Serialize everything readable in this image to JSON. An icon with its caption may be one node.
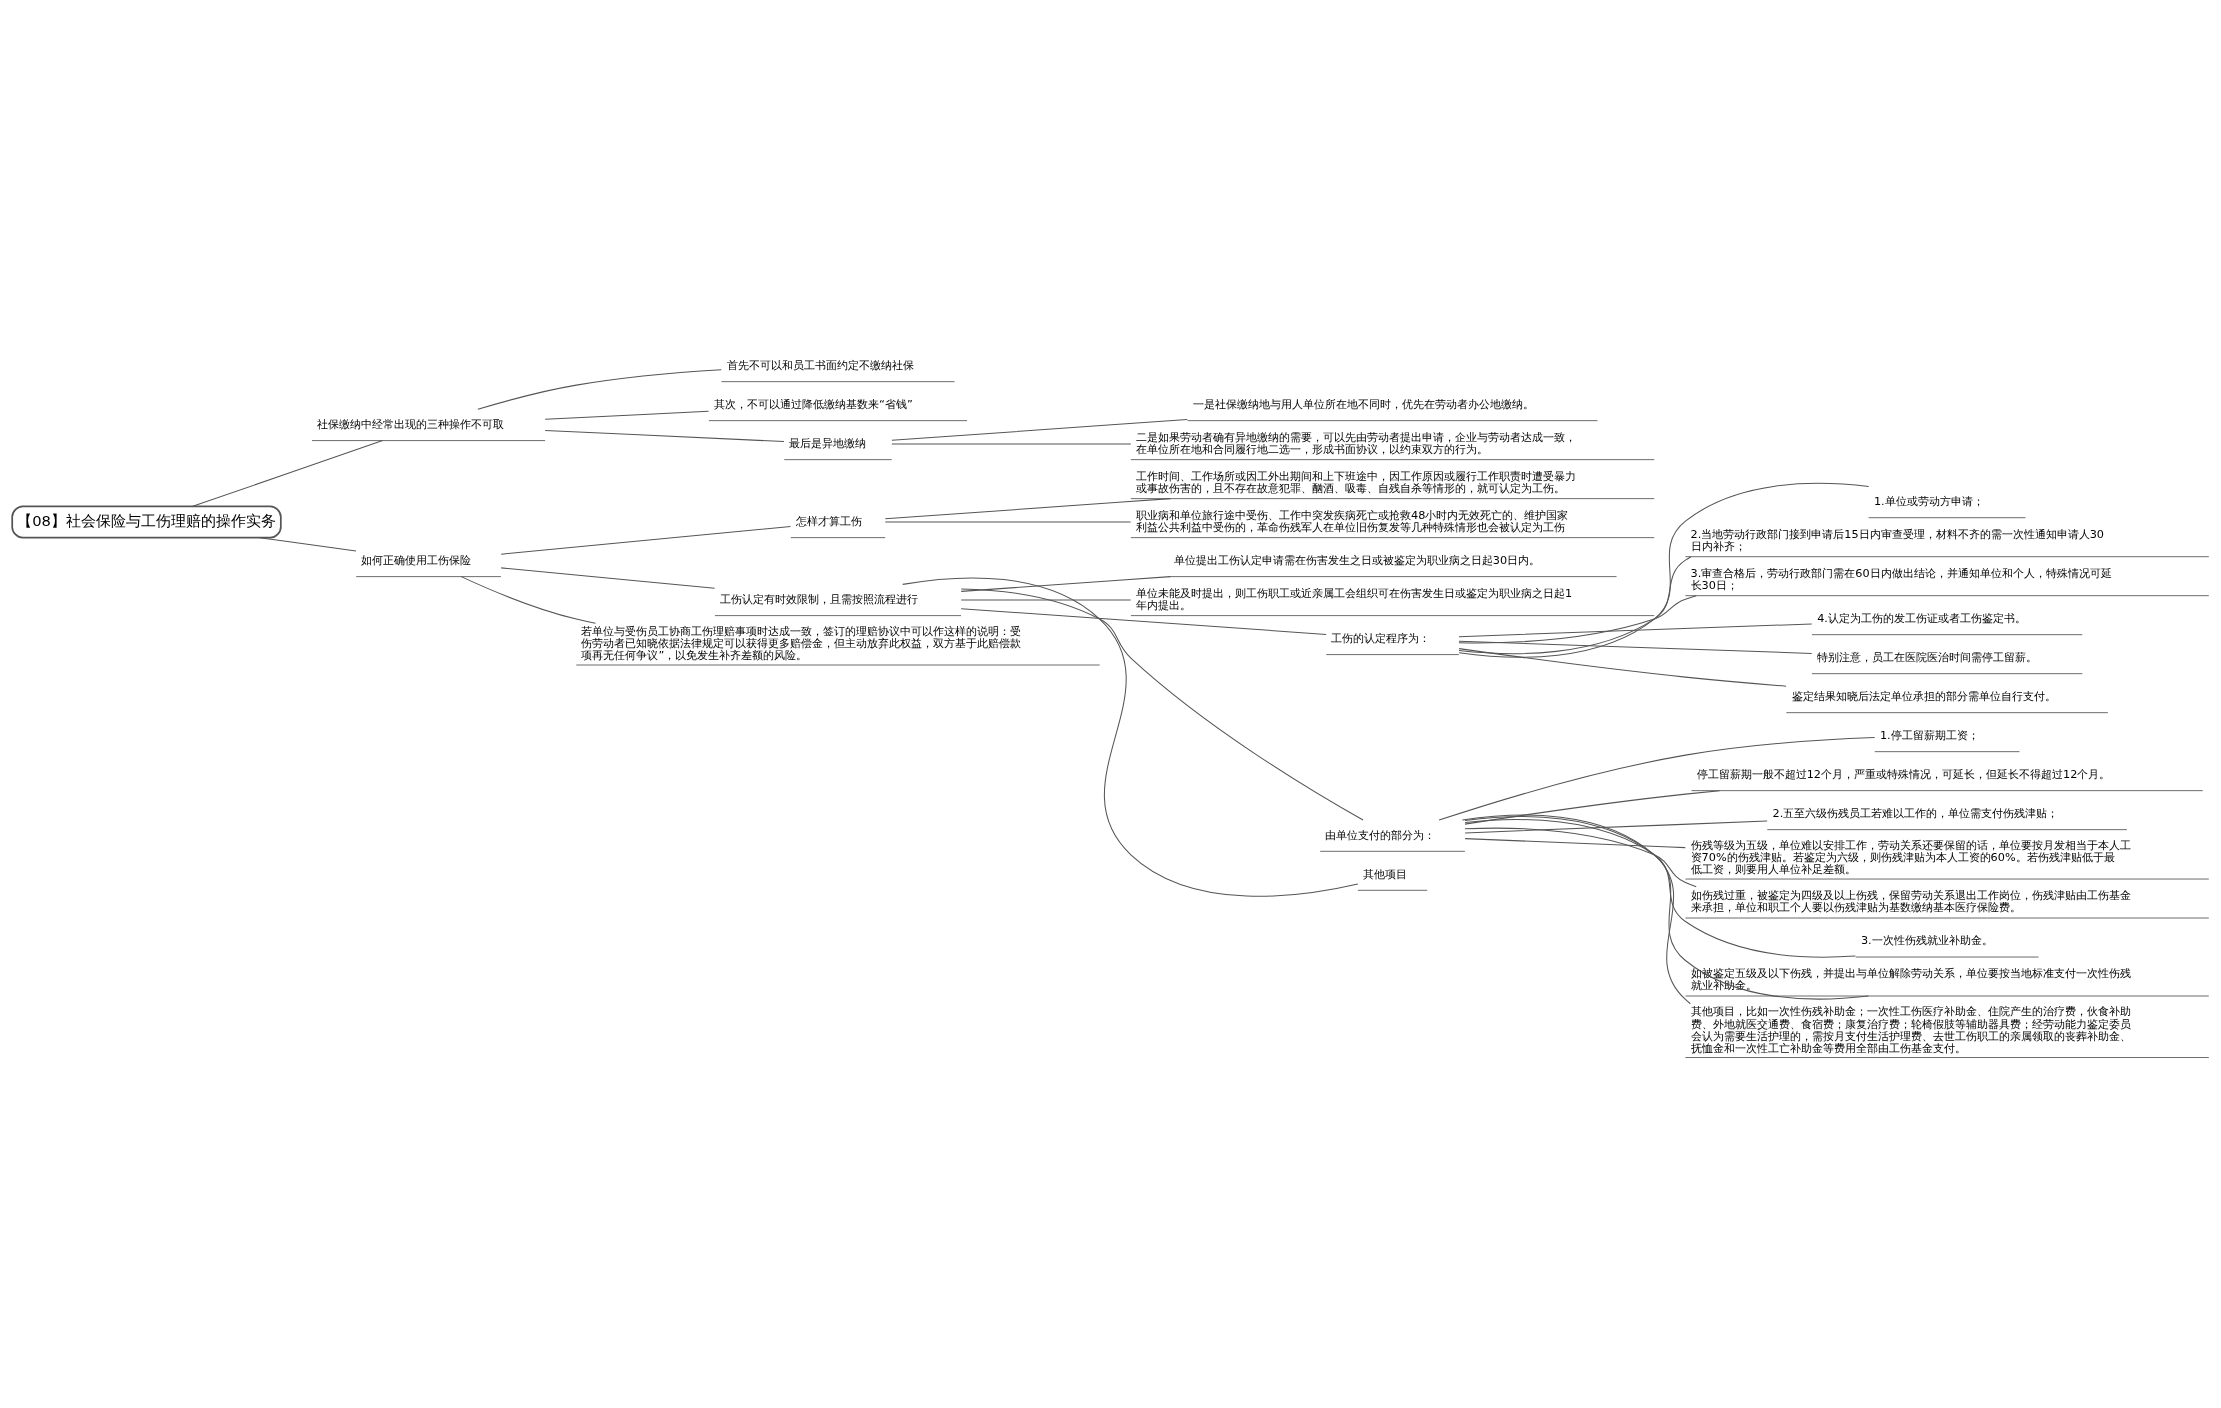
{
  "diagram": {
    "nodes": [
      {
        "text": [
          "【08】社会保险与工伤理赔的操作实务"
        ]
      },
      {
        "text": [
          "社保缴纳中经常出现的三种操作不可取"
        ]
      },
      {
        "text": [
          "首先不可以和员工书面约定不缴纳社保"
        ]
      },
      {
        "text": [
          "其次，不可以通过降低缴纳基数来“省钱”"
        ]
      },
      {
        "text": [
          "最后是异地缴纳"
        ]
      },
      {
        "text": [
          "一是社保缴纳地与用人单位所在地不同时，优先在劳动者办公地缴纳。"
        ]
      },
      {
        "text": [
          "二是如果劳动者确有异地缴纳的需要，可以先由劳动者提出申请，企业与劳动者达成一致，在单位所在地和合同履行地二选一，形成书面协议，以约束双方的行为。"
        ]
      },
      {
        "text": [
          "如何正确使用工伤保险"
        ]
      },
      {
        "text": [
          "怎样才算工伤"
        ]
      },
      {
        "text": [
          "工作时间、工作场所或因工外出期间和上下班途中，因工作原因或履行工作职责时遭受暴力或事故伤害的，且不存在故意犯罪、酗酒、吸毒、自残自杀等情形的，就可认定为工伤。"
        ]
      },
      {
        "text": [
          "职业病和单位旅行途中受伤、工作中突发疾病死亡或抢救48小时内无效死亡的、维护国家利益公共利益中受伤的，革命伤残军人在单位旧伤复发等几种特殊情形也会被认定为工伤"
        ]
      },
      {
        "text": [
          "工伤认定有时效限制，且需按照流程进行"
        ]
      },
      {
        "text": [
          "单位提出工伤认定申请需在伤害发生之日或被鉴定为职业病之日起30日内。"
        ]
      },
      {
        "text": [
          "单位未能及时提出，则工伤职工或近亲属工会组织可在伤害发生日或鉴定为职业病之日起1年内提出。"
        ]
      },
      {
        "text": [
          "工伤的认定程序为："
        ]
      },
      {
        "text": [
          "1.单位或劳动方申请；"
        ]
      },
      {
        "text": [
          "2.当地劳动行政部门接到申请后15日内审查受理，材料不齐的需一次性通知申请人30日内补齐；"
        ]
      },
      {
        "text": [
          "3.审查合格后，劳动行政部门需在60日内做出结论，并通知单位和个人，特殊情况可延长30日；"
        ]
      },
      {
        "text": [
          "4.认定为工伤的发工伤证或者工伤鉴定书。"
        ]
      },
      {
        "text": [
          "特别注意，员工在医院医治时间需停工留薪。"
        ]
      },
      {
        "text": [
          "鉴定结果知晓后法定单位承担的部分需单位自行支付。"
        ]
      },
      {
        "text": [
          "由单位支付的部分为："
        ]
      },
      {
        "text": [
          "1.停工留薪期工资；"
        ]
      },
      {
        "text": [
          "停工留薪期一般不超过12个月，严重或特殊情况，可延长，但延长不得超过12个月。"
        ]
      },
      {
        "text": [
          "2.五至六级伤残员工若难以工作的，单位需支付伤残津贴；"
        ]
      },
      {
        "text": [
          "伤残等级为五级，单位难以安排工作，劳动关系还要保留的话，单位要按月发相当于本人工资70%的伤残津贴。若鉴定为六级，则伤残津贴为本人工资的60%。若伤残津贴低于最低工资，则要用人单位补足差额。"
        ]
      },
      {
        "text": [
          "如伤残过重，被鉴定为四级及以上伤残，保留劳动关系退出工作岗位，伤残津贴由工伤基金来承担，单位和职工个人要以伤残津贴为基数缴纳基本医疗保险费。"
        ]
      },
      {
        "text": [
          "3.一次性伤残就业补助金。"
        ]
      },
      {
        "text": [
          "如被鉴定五级及以下伤残，并提出与单位解除劳动关系，单位要按当地标准支付一次性伤残就业补助金。"
        ]
      },
      {
        "text": [
          "其他项目，比如一次性伤残补助金；一次性工伤医疗补助金、住院产生的治疗费，伙食补助费、外地就医交通费、食宿费；康复治疗费；轮椅假肢等辅助器具费；经劳动能力鉴定委员会认为需要生活护理的，需按月支付生活护理费、去世工伤职工的亲属领取的丧葬补助金、抚恤金和一次性工亡补助金等费用全部由工伤基金支付。"
        ]
      },
      {
        "text": [
          "其他项目"
        ]
      },
      {
        "text": [
          "若单位与受伤员工协商工伤理赔事项时达成一致，签订的理赔协议中可以作这样的说明：受伤劳动者已知晓依据法律规定可以获得更多赔偿金，但主动放弃此权益，双方基于此赔偿款项再无任何争议”，以免发生补齐差额的风险。"
        ]
      }
    ],
    "edges": [
      {
        "from": 0,
        "to": 1,
        "arrow": "none"
      },
      {
        "from": 1,
        "to": 2,
        "arrow": "none"
      },
      {
        "from": 1,
        "to": 3,
        "arrow": "none"
      },
      {
        "from": 1,
        "to": 4,
        "arrow": "none"
      },
      {
        "from": 4,
        "to": 5,
        "arrow": "none"
      },
      {
        "from": 4,
        "to": 6,
        "arrow": "none"
      },
      {
        "from": 0,
        "to": 7,
        "arrow": "none"
      },
      {
        "from": 7,
        "to": 8,
        "arrow": "none"
      },
      {
        "from": 8,
        "to": 9,
        "arrow": "none"
      },
      {
        "from": 8,
        "to": 10,
        "arrow": "none"
      },
      {
        "from": 7,
        "to": 11,
        "arrow": "none"
      },
      {
        "from": 11,
        "to": 12,
        "arrow": "none"
      },
      {
        "from": 11,
        "to": 13,
        "arrow": "none"
      },
      {
        "from": 11,
        "to": 14,
        "arrow": "none"
      },
      {
        "from": 14,
        "to": 15,
        "arrow": "none"
      },
      {
        "from": 14,
        "to": 16,
        "arrow": "none"
      },
      {
        "from": 14,
        "to": 17,
        "arrow": "none"
      },
      {
        "from": 14,
        "to": 18,
        "arrow": "none"
      },
      {
        "from": 14,
        "to": 19,
        "arrow": "none"
      },
      {
        "from": 14,
        "to": 20,
        "arrow": "none"
      },
      {
        "from": 11,
        "to": 21,
        "arrow": "none"
      },
      {
        "from": 21,
        "to": 22,
        "arrow": "none"
      },
      {
        "from": 21,
        "to": 23,
        "arrow": "none"
      },
      {
        "from": 21,
        "to": 24,
        "arrow": "none"
      },
      {
        "from": 21,
        "to": 25,
        "arrow": "none"
      },
      {
        "from": 21,
        "to": 26,
        "arrow": "none"
      },
      {
        "from": 21,
        "to": 27,
        "arrow": "none"
      },
      {
        "from": 21,
        "to": 28,
        "arrow": "none"
      },
      {
        "from": 21,
        "to": 29,
        "arrow": "none"
      },
      {
        "from": 11,
        "to": 30,
        "arrow": "none"
      },
      {
        "from": 7,
        "to": 31,
        "arrow": "none"
      }
    ]
  }
}
